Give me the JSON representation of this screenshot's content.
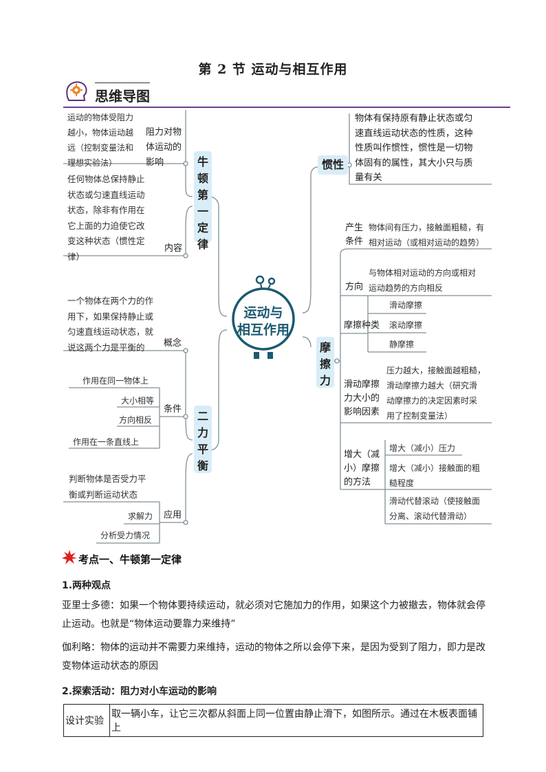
{
  "page_title": "第 2 节    运动与相互作用",
  "mindmap": {
    "heading": "思维导图",
    "center": [
      "运动与",
      "相互作用"
    ],
    "newton": {
      "label": "牛顿第一定律",
      "resistance": {
        "text": [
          "运动的物体受阻力",
          "越小，物体运动越",
          "远（控制变量法和",
          "理想实验法）"
        ],
        "label": [
          "阻力对物",
          "体运动的",
          "影响"
        ]
      },
      "content": {
        "text": [
          "任何物体总保持静止",
          "状态或匀速直线运动",
          "状态，除非有作用在",
          "它上面的力迫使它改",
          "变这种状态（惯性定",
          "律）"
        ],
        "label": "内容"
      }
    },
    "balance": {
      "label": "二力平衡",
      "concept": {
        "text": [
          "一个物体在两个力的作",
          "用下，如果保持静止或",
          "匀速直线运动状态，就",
          "说这两个力是平衡的"
        ],
        "label": "概念"
      },
      "condition": {
        "label": "条件",
        "items": [
          "作用在同一物体上",
          "大小相等",
          "方向相反",
          "作用在一条直线上"
        ]
      },
      "application": {
        "label": "应用",
        "items": [
          "判断物体是否受力平",
          "衡或判断运动状态",
          "求解力",
          "分析受力情况"
        ]
      }
    },
    "inertia": {
      "label": "惯性",
      "text": [
        "物体有保持原有静止状态或匀",
        "速直线运动状态的性质，这种",
        "性质叫作惯性，惯性是一切物",
        "体固有的属性，其大小只与质",
        "量有关"
      ]
    },
    "friction": {
      "label": "摩擦力",
      "condition": {
        "label": [
          "产生",
          "条件"
        ],
        "text": [
          "物体间有压力，接触面粗糙，有",
          "相对运动（或相对运动的趋势）"
        ]
      },
      "direction": {
        "label": "方向",
        "text": [
          "与物体相对运动的方向或相对",
          "运动趋势的方向相反"
        ]
      },
      "types": {
        "label": "摩擦种类",
        "items": [
          "滑动摩擦",
          "滚动摩擦",
          "静摩擦"
        ]
      },
      "factors": {
        "label": [
          "滑动摩擦",
          "力大小的",
          "影响因素"
        ],
        "text": [
          "压力越大，接触面越粗糙，",
          "滑动摩擦力越大（研究滑",
          "动摩擦力的决定因素时采",
          "用了控制变量法）"
        ]
      },
      "methods": {
        "label": [
          "增大（减",
          "小）摩擦",
          "的方法"
        ],
        "items": [
          "增大（减小）压力",
          "增大（减小）接触面的粗",
          "糙程度",
          "滑动代替滚动（使接触面",
          "分离、滚动代替滑动）"
        ]
      }
    }
  },
  "kaodian1": "考点一、牛顿第一定律",
  "s1_heading": "1.两种观点",
  "s1_p1a": "亚里士多德：如果一个物体要持续运动，就必须对它施加力的作用，如果这个力被撤去，物体就会停",
  "s1_p1b": "止运动。也就是“物体运动要靠力来维持”",
  "s1_p2a": "伽利略：物体的运动并不需要力来维持，运动的物体之所以会停下来，是因为受到了阻力，即力是改",
  "s1_p2b": "变物体运动状态的原因",
  "s2_heading": "2.探索活动：阻力对小车运动的影响",
  "design_label": "设计实验",
  "design_text": "取一辆小车，让它三次都从斜面上同一位置由静止滑下，如图所示。通过在木板表面铺上",
  "colors": {
    "center_ring": "#1b5a70",
    "box": "#d8edf7",
    "line": "#7f8f98",
    "divider": "#6b3f8f",
    "star": "#e02020"
  }
}
